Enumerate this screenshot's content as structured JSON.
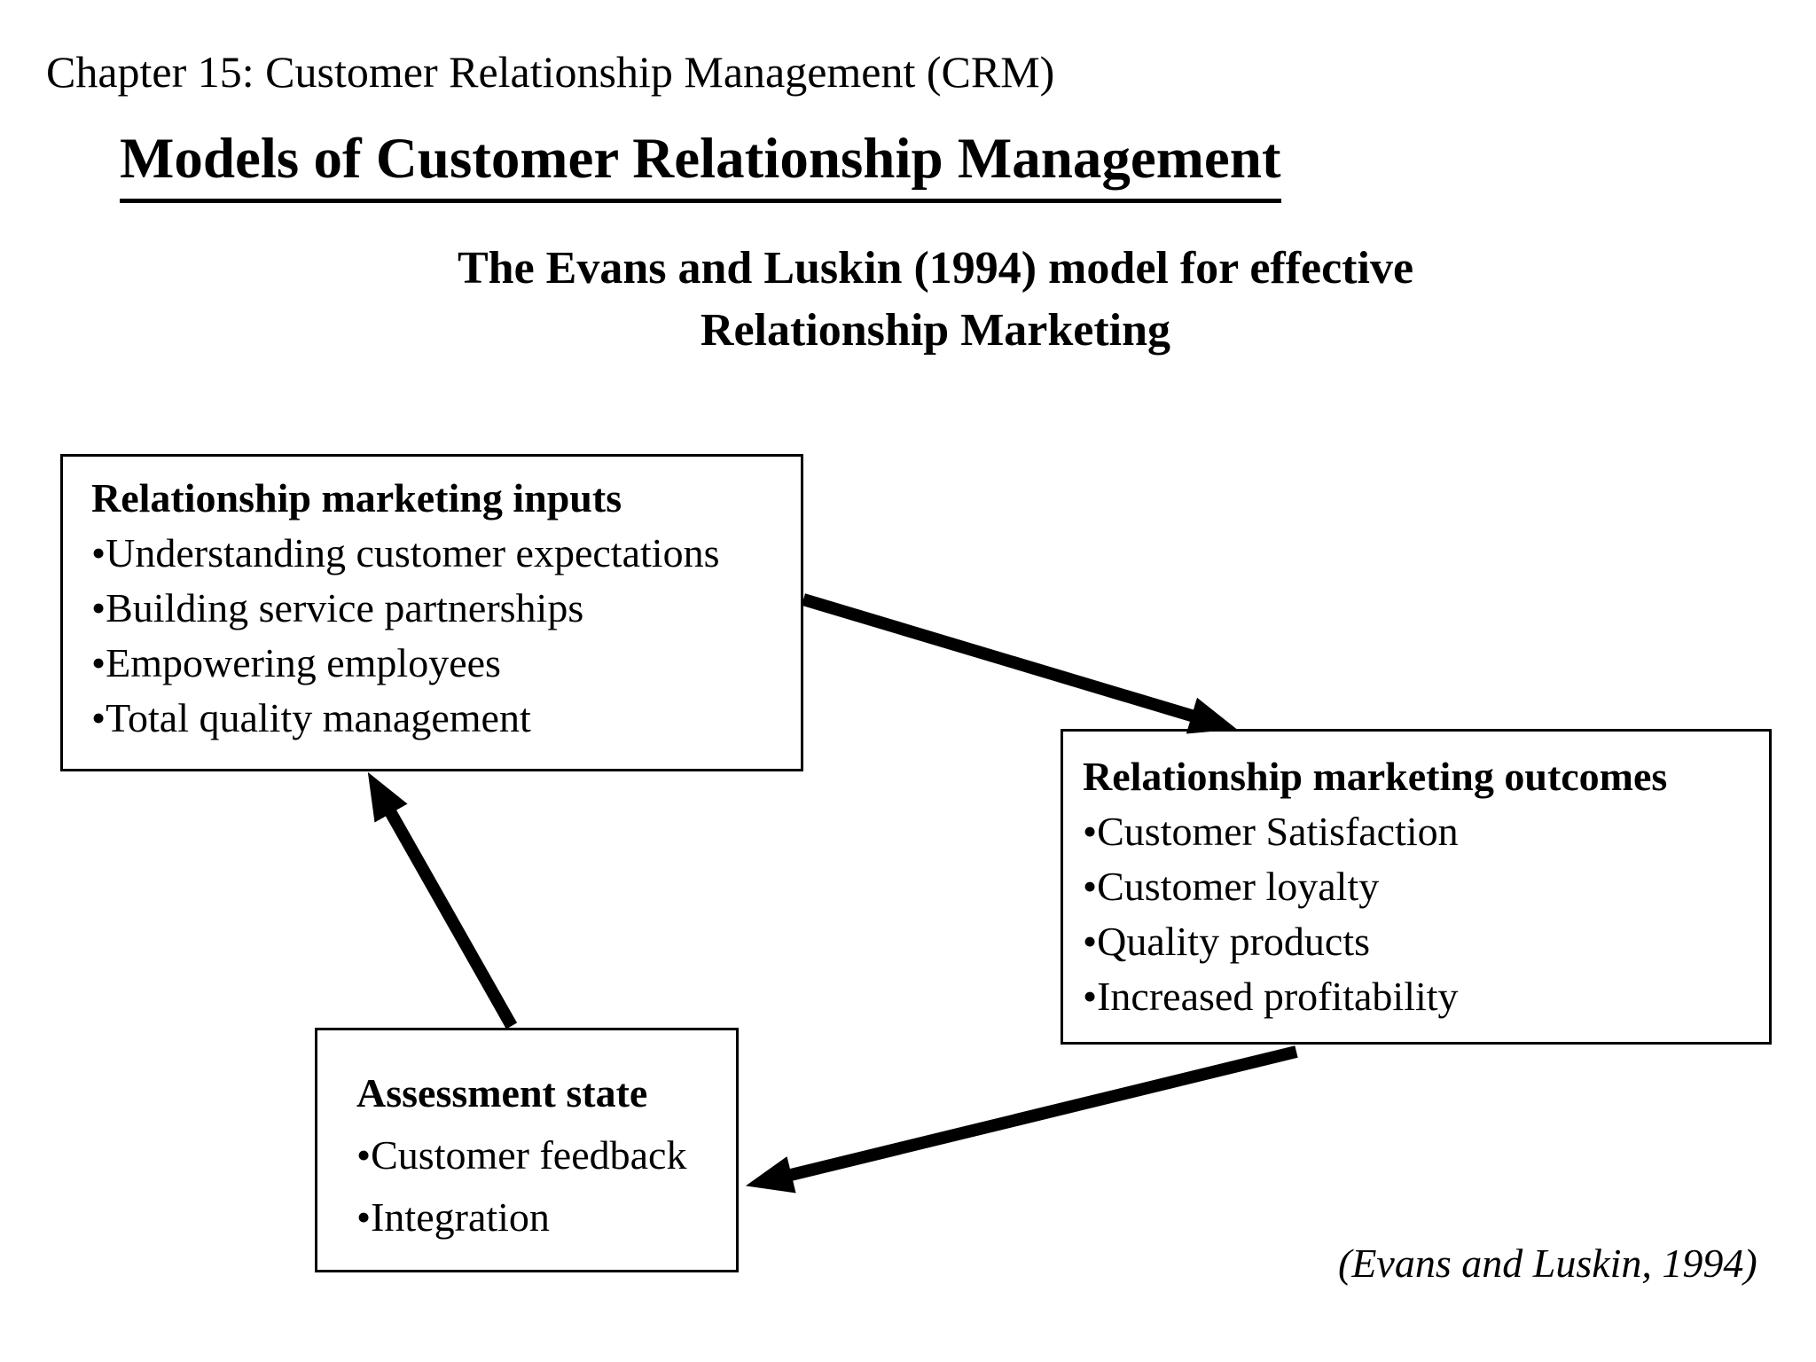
{
  "header": {
    "chapter": "Chapter 15: Customer Relationship Management (CRM)",
    "title": "Models of Customer Relationship Management",
    "subtitle_line1": "The Evans and Luskin (1994) model for effective",
    "subtitle_line2": "Relationship Marketing"
  },
  "diagram": {
    "bullet_char": "•",
    "boxes": [
      {
        "id": "inputs",
        "title": "Relationship marketing inputs",
        "bullets": [
          "Understanding customer expectations",
          "Building service partnerships",
          "Empowering employees",
          "Total quality management"
        ]
      },
      {
        "id": "outcomes",
        "title": "Relationship marketing outcomes",
        "bullets": [
          "Customer Satisfaction",
          "Customer loyalty",
          "Quality products",
          "Increased profitability"
        ]
      },
      {
        "id": "assessment",
        "title": "Assessment state",
        "bullets": [
          "Customer feedback",
          "Integration"
        ]
      }
    ],
    "arrows": [
      {
        "from": "inputs",
        "to": "outcomes"
      },
      {
        "from": "outcomes",
        "to": "assessment"
      },
      {
        "from": "assessment",
        "to": "inputs"
      }
    ],
    "colors": {
      "ink": "#000000",
      "background": "#ffffff"
    }
  },
  "footer": {
    "citation": "(Evans and Luskin, 1994)"
  }
}
